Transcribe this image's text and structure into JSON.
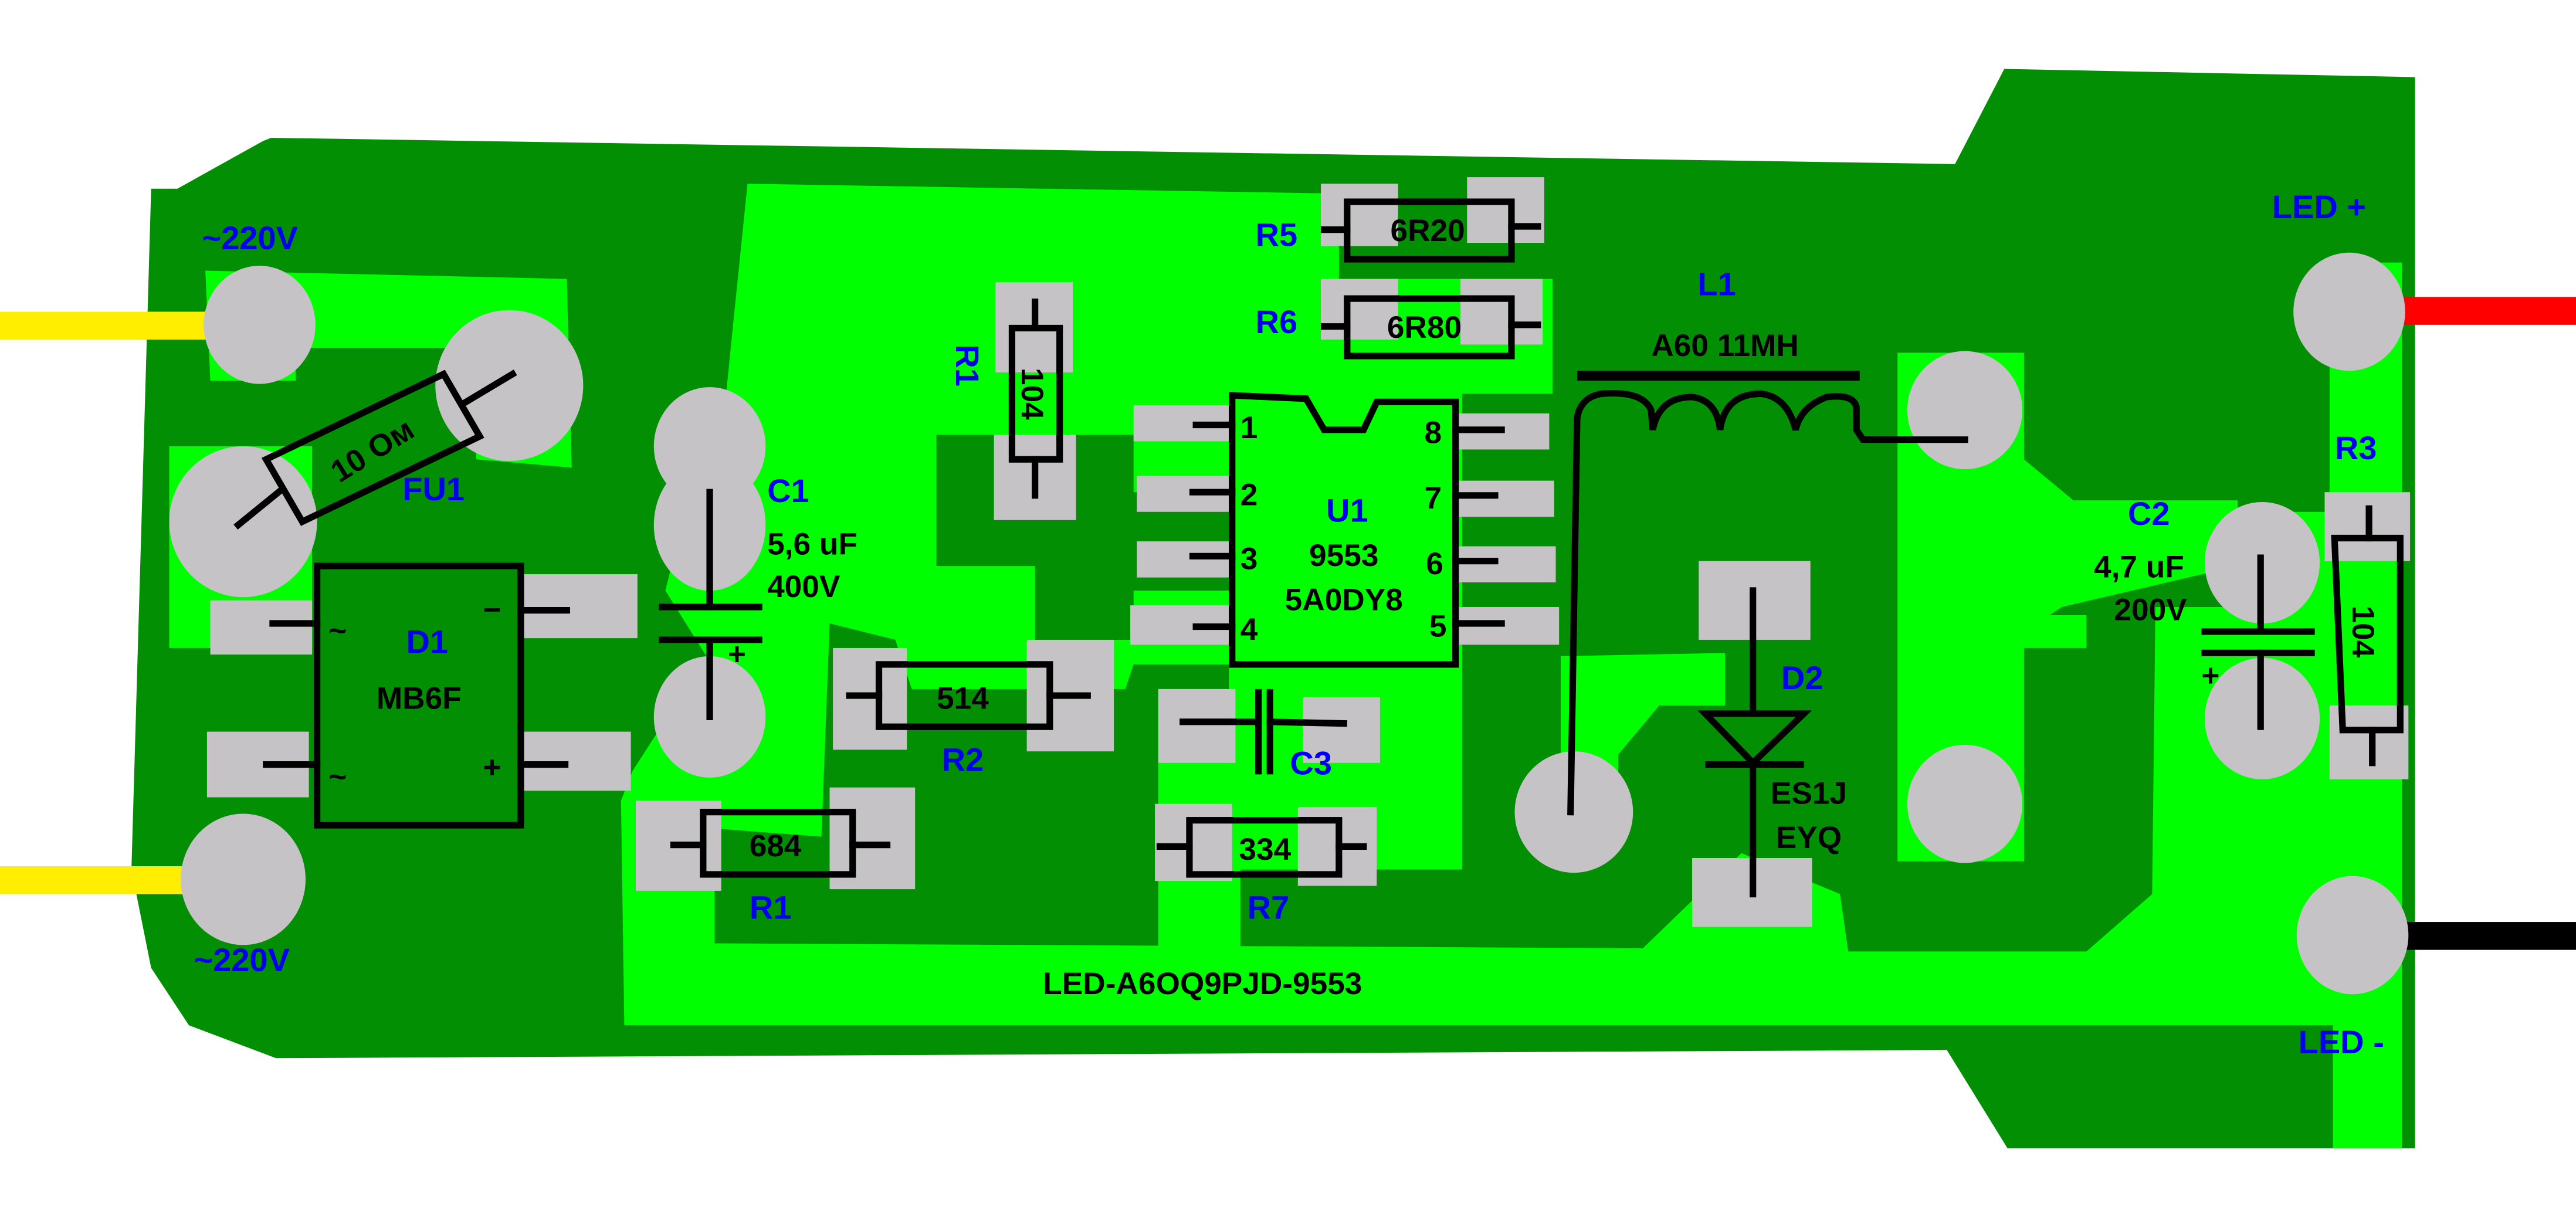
{
  "board": {
    "silkscreen_label": "LED-A6OQ9PJD-9553",
    "colors": {
      "board": "#038f03",
      "copper": "#00ff00",
      "pad": "#c6c3c6",
      "reference_text": "#0000ee",
      "wire_ac": "#ffee00",
      "wire_led_plus": "#ff0000",
      "wire_led_minus": "#000000"
    }
  },
  "connectors": {
    "ac_top": "~220V",
    "ac_bottom": "~220V",
    "led_plus": "LED +",
    "led_minus": "LED -"
  },
  "components": {
    "fu1": {
      "ref": "FU1",
      "value": "10 Ом"
    },
    "d1": {
      "ref": "D1",
      "value": "MB6F",
      "pin_ac1": "~",
      "pin_ac2": "~",
      "pin_minus": "−",
      "pin_plus": "+"
    },
    "c1": {
      "ref": "C1",
      "value": "5,6 uF",
      "voltage": "400V",
      "polarity": "+"
    },
    "r1_top": {
      "ref": "R1",
      "value": "104"
    },
    "r1_bottom": {
      "ref": "R1",
      "value": "684"
    },
    "r2": {
      "ref": "R2",
      "value": "514"
    },
    "r5": {
      "ref": "R5",
      "value": "6R20"
    },
    "r6": {
      "ref": "R6",
      "value": "6R80"
    },
    "r7": {
      "ref": "R7",
      "value": "334"
    },
    "c3": {
      "ref": "C3"
    },
    "u1": {
      "ref": "U1",
      "value": "9553",
      "code": "5A0DY8",
      "pins": [
        "1",
        "2",
        "3",
        "4",
        "5",
        "6",
        "7",
        "8"
      ]
    },
    "l1": {
      "ref": "L1",
      "value": "A60 11MH"
    },
    "d2": {
      "ref": "D2",
      "value": "ES1J",
      "code": "EYQ"
    },
    "c2": {
      "ref": "C2",
      "value": "4,7 uF",
      "voltage": "200V",
      "polarity": "+"
    },
    "r3": {
      "ref": "R3",
      "value": "104"
    }
  }
}
